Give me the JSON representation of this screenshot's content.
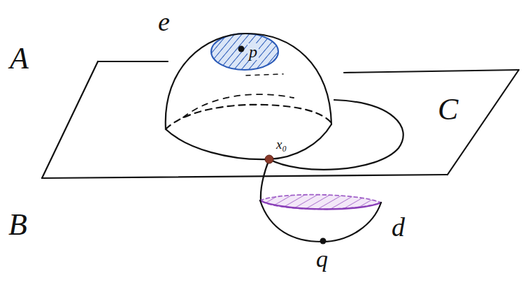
{
  "diagram": {
    "labels": [
      "A",
      "B",
      "C",
      "e",
      "p",
      "x₀",
      "d",
      "q"
    ]
  }
}
